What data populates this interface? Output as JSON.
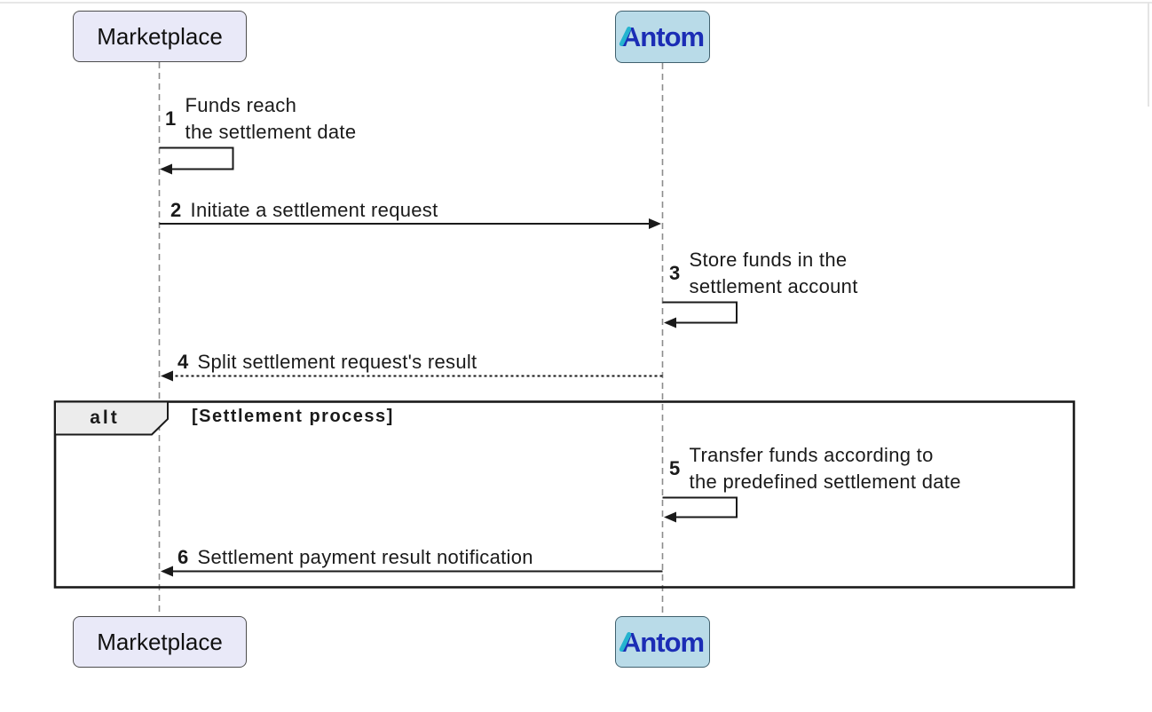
{
  "diagram": {
    "type": "sequence",
    "actors": [
      {
        "id": "marketplace",
        "label": "Marketplace",
        "fill": "#e9e9f8",
        "border": "#4d4d4d"
      },
      {
        "id": "antom",
        "label": "Antom",
        "fill": "#b9dbe8",
        "border": "#41616e",
        "logo_colors": {
          "blue": "#1b2db5",
          "cyan": "#25b4cf"
        }
      }
    ],
    "messages": [
      {
        "num": "1",
        "lines": [
          "Funds reach",
          "the settlement date"
        ],
        "kind": "self-solid",
        "actor": "marketplace"
      },
      {
        "num": "2",
        "lines": [
          "Initiate a settlement request"
        ],
        "kind": "solid",
        "from": "marketplace",
        "to": "antom"
      },
      {
        "num": "3",
        "lines": [
          "Store funds in the",
          "settlement account"
        ],
        "kind": "self-solid",
        "actor": "antom"
      },
      {
        "num": "4",
        "lines": [
          "Split settlement request's result"
        ],
        "kind": "dotted",
        "from": "antom",
        "to": "marketplace"
      },
      {
        "num": "5",
        "lines": [
          "Transfer funds according to",
          "the predefined settlement date"
        ],
        "kind": "self-solid",
        "actor": "antom"
      },
      {
        "num": "6",
        "lines": [
          "Settlement payment result notification"
        ],
        "kind": "solid",
        "from": "antom",
        "to": "marketplace"
      }
    ],
    "alt_frame": {
      "label": "alt",
      "condition": "[Settlement process]"
    },
    "colors": {
      "line": "#1a1a1a",
      "lifeline": "#8c8c8c",
      "alt_label_fill": "#ececec",
      "page_border": "#e7e7e7"
    }
  }
}
